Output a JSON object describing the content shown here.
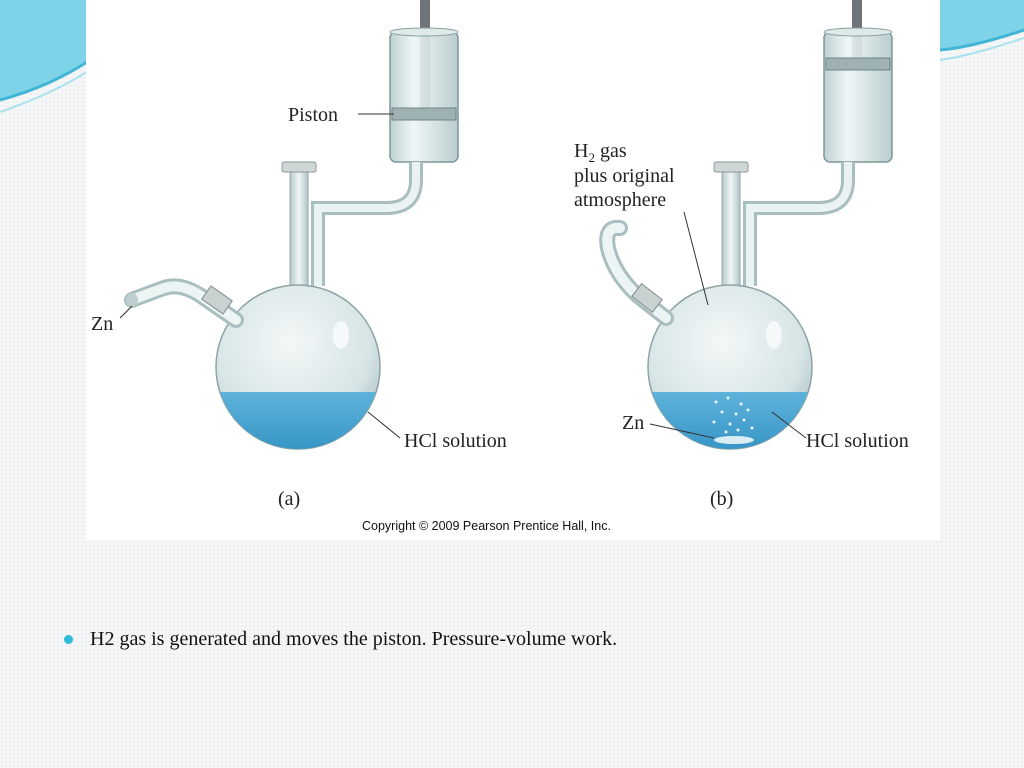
{
  "figure": {
    "panel_a": {
      "piston_label": "Piston",
      "zn_label": "Zn",
      "hcl_label": "HCl solution",
      "caption": "(a)"
    },
    "panel_b": {
      "gas_label_line1_prefix": "H",
      "gas_label_line1_sub": "2",
      "gas_label_line1_suffix": " gas",
      "gas_label_line2": "plus original",
      "gas_label_line3": "atmosphere",
      "zn_label": "Zn",
      "hcl_label": "HCl solution",
      "caption": "(b)"
    },
    "copyright": "Copyright © 2009 Pearson Prentice Hall, Inc."
  },
  "bullets": [
    {
      "text": "H2 gas is generated and moves the piston.  Pressure-volume work."
    }
  ],
  "colors": {
    "accent": "#2cbcd8",
    "solution": "#3e9fcf",
    "glass": "#c9dadb"
  }
}
